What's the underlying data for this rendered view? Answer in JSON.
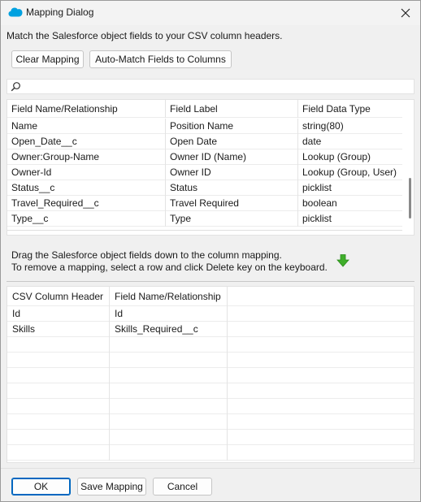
{
  "window": {
    "title": "Mapping Dialog"
  },
  "instruction": "Match the Salesforce object fields to your CSV column headers.",
  "toolbar": {
    "clear_mapping": "Clear Mapping",
    "auto_match": "Auto-Match Fields to Columns"
  },
  "search": {
    "value": "",
    "placeholder": ""
  },
  "fields_table": {
    "columns": [
      "Field Name/Relationship",
      "Field Label",
      "Field Data Type"
    ],
    "rows": [
      [
        "Name",
        "Position Name",
        "string(80)"
      ],
      [
        "Open_Date__c",
        "Open Date",
        "date"
      ],
      [
        "Owner:Group-Name",
        "Owner ID (Name)",
        "Lookup (Group)"
      ],
      [
        "Owner-Id",
        "Owner ID",
        "Lookup (Group, User)"
      ],
      [
        "Status__c",
        "Status",
        "picklist"
      ],
      [
        "Travel_Required__c",
        "Travel Required",
        "boolean"
      ],
      [
        "Type__c",
        "Type",
        "picklist"
      ]
    ]
  },
  "drag_instructions": {
    "line1": "Drag the Salesforce object fields down to the column mapping.",
    "line2": "To remove a mapping, select a row and click Delete key on the keyboard."
  },
  "mapping_table": {
    "columns": [
      "CSV Column Header",
      "Field Name/Relationship"
    ],
    "rows": [
      [
        "Id",
        "Id"
      ],
      [
        "Skills",
        "Skills_Required__c"
      ]
    ]
  },
  "footer": {
    "ok": "OK",
    "save_mapping": "Save Mapping",
    "cancel": "Cancel"
  },
  "colors": {
    "accent": "#0067c0",
    "salesforce_blue": "#00a1e0",
    "arrow_green": "#3fae2a"
  },
  "icons": {
    "app": "salesforce-cloud-icon",
    "close": "close-icon",
    "search": "search-icon",
    "arrow": "down-arrow-icon"
  }
}
